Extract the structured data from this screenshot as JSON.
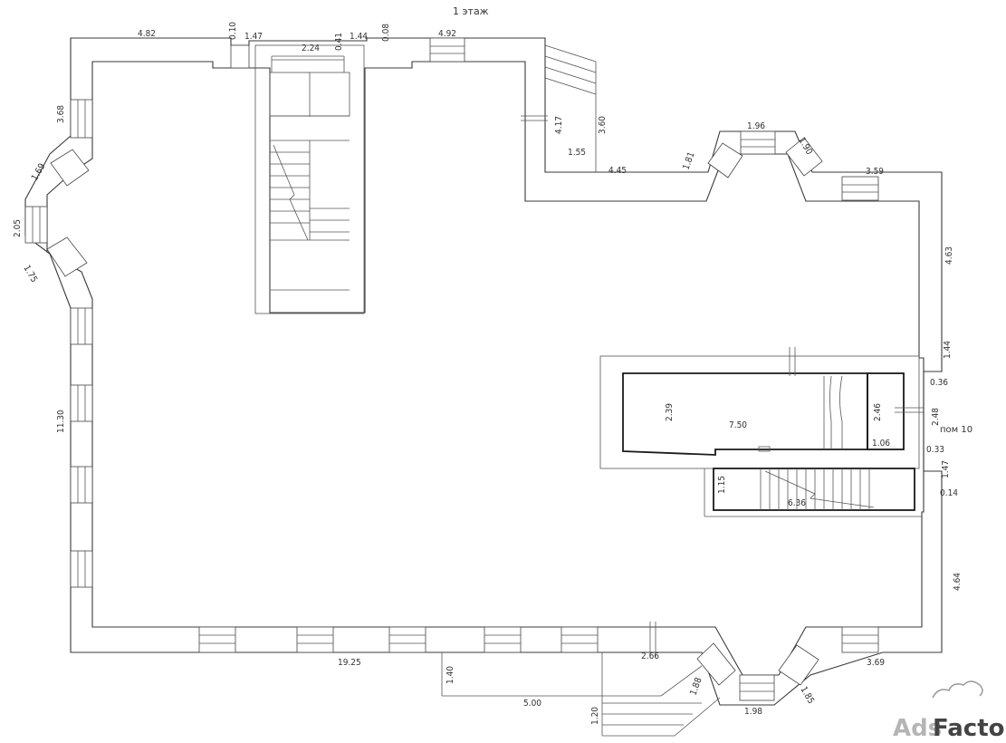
{
  "floor_title": "1 этаж",
  "room_label": "пом 10",
  "watermark": {
    "part1": "Ads",
    "part2": "Factory"
  },
  "dimensions": {
    "d482": "4.82",
    "d010": "0.10",
    "d147a": "1.47",
    "d224": "2.24",
    "d041": "0.41",
    "d144a": "1.44",
    "d008": "0.08",
    "d492": "4.92",
    "d368": "3.68",
    "d169": "1.69",
    "d205": "2.05",
    "d175": "1.75",
    "d1130": "11.30",
    "d417": "4.17",
    "d360": "3.60",
    "d155": "1.55",
    "d445": "4.45",
    "d181": "1.81",
    "d196": "1.96",
    "d190": "1.90",
    "d359": "3.59",
    "d463": "4.63",
    "d144b": "1.44",
    "d036": "0.36",
    "d248": "2.48",
    "d033": "0.33",
    "d147b": "1.47",
    "d014": "0.14",
    "d464": "4.64",
    "d239": "2.39",
    "d750": "7.50",
    "d246": "2.46",
    "d106": "1.06",
    "d115": "1.15",
    "d636": "6.36",
    "d1925": "19.25",
    "d140": "1.40",
    "d500": "5.00",
    "d120": "1.20",
    "d266": "2.66",
    "d188": "1.88",
    "d198": "1.98",
    "d185": "1.85",
    "d369": "3.69"
  }
}
